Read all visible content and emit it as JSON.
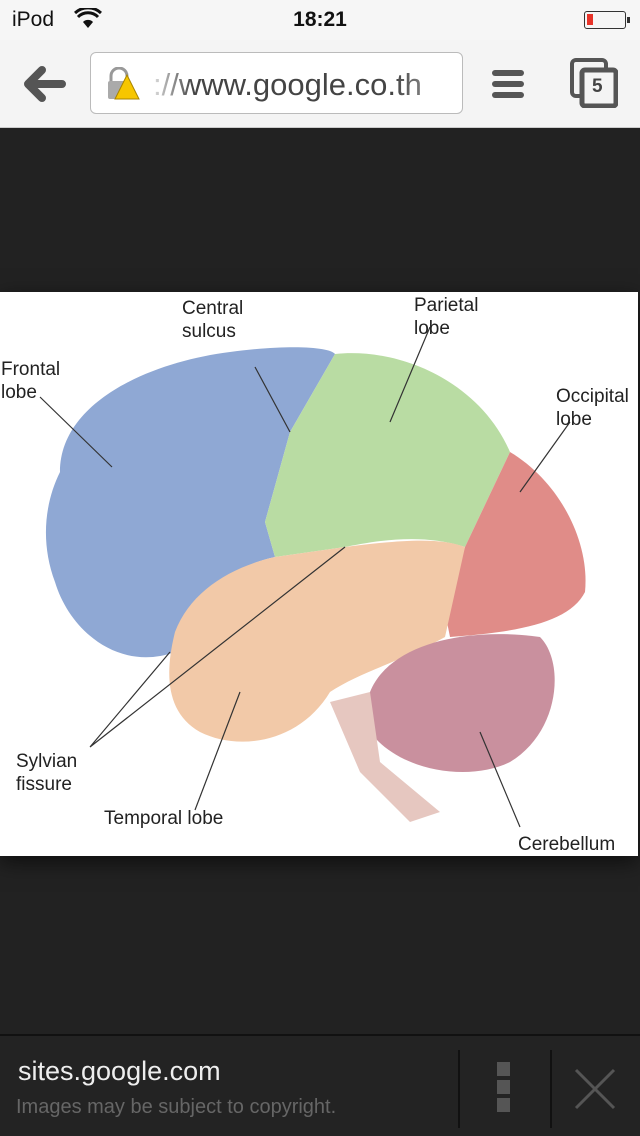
{
  "status_bar": {
    "carrier": "iPod",
    "time": "18:21",
    "battery_level": 0.1
  },
  "toolbar": {
    "url": "https://www.google.co.th",
    "url_visible": "://www.google.co.th",
    "tab_count": "5"
  },
  "image": {
    "labels": {
      "central_sulcus": [
        "Central",
        "sulcus"
      ],
      "parietal": [
        "Parietal",
        "lobe"
      ],
      "frontal": [
        "Frontal",
        "lobe"
      ],
      "occipital": [
        "Occipital",
        "lobe"
      ],
      "sylvian": [
        "Sylvian",
        "fissure"
      ],
      "temporal": "Temporal lobe",
      "cerebellum": "Cerebellum"
    },
    "colors": {
      "frontal": "#8fa8d4",
      "parietal": "#b9dca3",
      "occipital": "#e08c88",
      "temporal": "#f2c9a8",
      "cerebellum": "#c9909e"
    }
  },
  "footer": {
    "site": "sites.google.com",
    "notice": "Images may be subject to copyright."
  }
}
